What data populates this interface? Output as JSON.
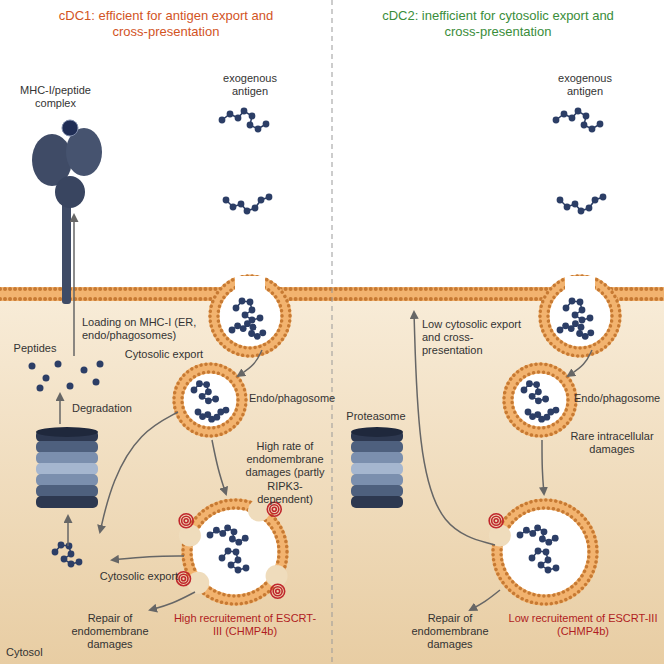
{
  "diagram": {
    "labels": [
      "cDC1: efficient for antigen export and cross-presentation",
      "cDC2: inefficient for cytosolic export and cross-presentation",
      "MHC-I/peptide complex",
      "exogenous antigen",
      "Loading on MHC-I (ER, endo/phagosomes)",
      "Endo/phagosome",
      "Peptides",
      "Cytosolic export",
      "Degradation",
      "High rate of endomembrane damages (partly RIPK3-dependent)",
      "Cytosolic export",
      "Repair of endomembrane damages",
      "High recruitement of ESCRT-III (CHMP4b)",
      "Cytosol",
      "exogenous antigen",
      "Endo/phagosome",
      "Low cytosolic export and cross-presentation",
      "Rare intracellular damages",
      "Proteasome",
      "Repair of endomembrane damages",
      "Low recruitement of ESCRT-III (CHMP4b)"
    ]
  }
}
